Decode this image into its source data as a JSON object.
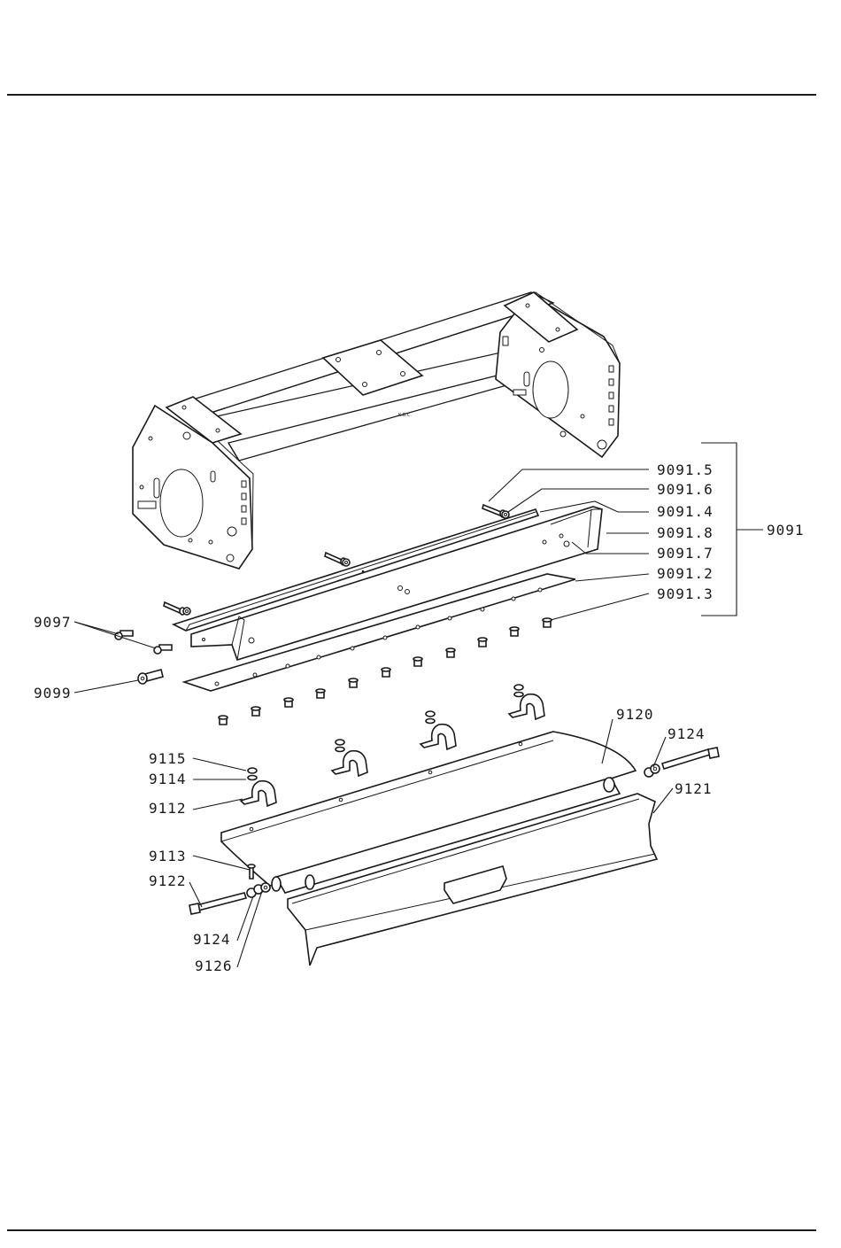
{
  "frame_marking": "K.B.C.",
  "group_label": "9091",
  "callouts": {
    "p9091_5": "9091.5",
    "p9091_6": "9091.6",
    "p9091_4": "9091.4",
    "p9091_8": "9091.8",
    "p9091_7": "9091.7",
    "p9091_2": "9091.2",
    "p9091_3": "9091.3",
    "p9097": "9097",
    "p9099": "9099",
    "p9120": "9120",
    "p9124_right": "9124",
    "p9121": "9121",
    "p9115": "9115",
    "p9114": "9114",
    "p9112": "9112",
    "p9113": "9113",
    "p9122": "9122",
    "p9124_left": "9124",
    "p9126": "9126"
  }
}
